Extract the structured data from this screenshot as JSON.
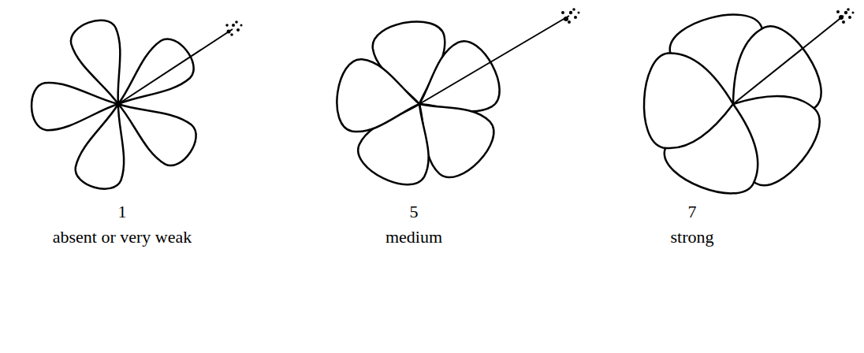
{
  "diagram": {
    "labels": [
      "1",
      "absent or very weak",
      "5",
      "medium",
      "7",
      "strong"
    ]
  }
}
